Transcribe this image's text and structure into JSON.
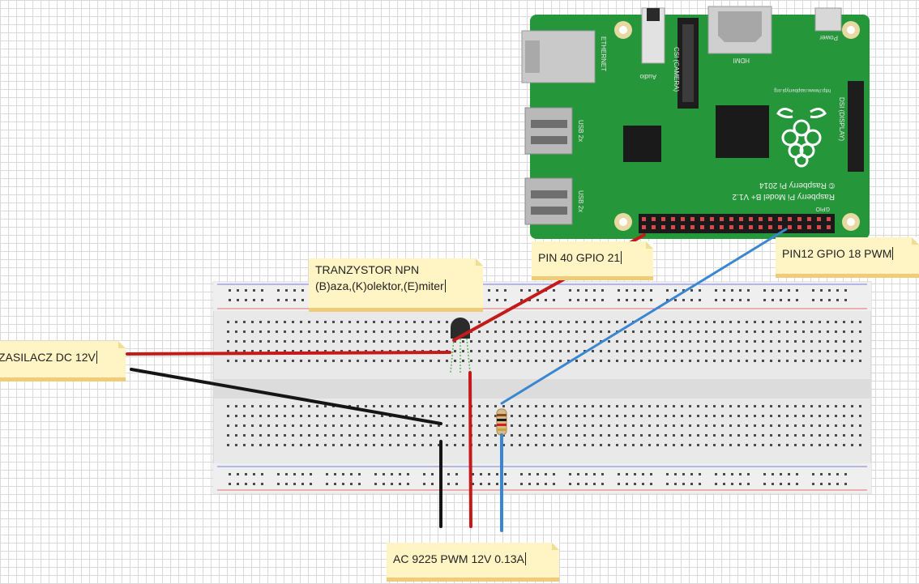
{
  "raspberry_pi": {
    "model_text": "Raspberry Pi Model B+ V1.2",
    "copyright_text": "© Raspberry Pi 2014",
    "url_text": "http://www.raspberrypi.org",
    "port_labels": {
      "ethernet": "ETHERNET",
      "usb": "USB 2x",
      "audio": "Audio",
      "camera": "CSI (CAMERA)",
      "display": "DSI (DISPLAY)",
      "hdmi": "HDMI",
      "power": "Power",
      "gpio": "GPIO"
    }
  },
  "labels": {
    "transistor": {
      "line1": "TRANZYSTOR NPN",
      "line2": "(B)aza,(K)olektor,(E)miter"
    },
    "pin40": "PIN 40 GPIO 21",
    "pin12": "PIN12 GPIO 18 PWM",
    "power_supply": "ZASILACZ DC 12V",
    "fan": "AC 9225 PWM 12V 0.13A"
  },
  "colors": {
    "board_green": "#25963a",
    "wire_red": "#c41a1a",
    "wire_black": "#151515",
    "wire_blue": "#3a87d1",
    "breadboard": "#e6e6e6",
    "note_bg": "#fff4c4"
  }
}
